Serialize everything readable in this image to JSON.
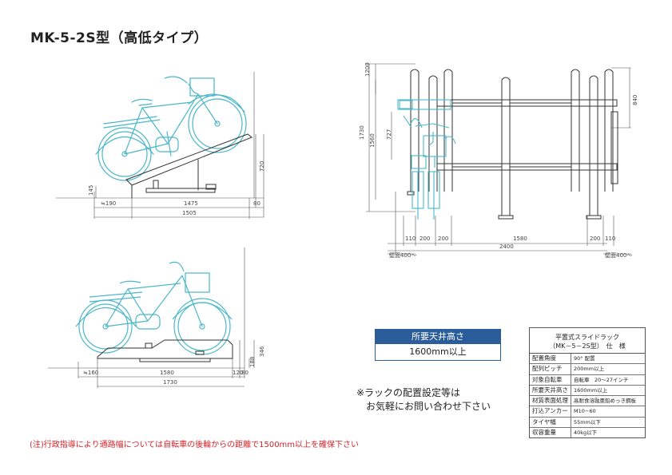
{
  "title": "MK-5-2S型（高低タイプ）",
  "side_view_high": {
    "dims": {
      "d190": "≒190",
      "d1475": "1475",
      "d1505": "1505",
      "d80": "80",
      "d720": "720",
      "d145": "145"
    }
  },
  "side_view_low": {
    "dims": {
      "d160": "≒160",
      "d1580": "1580",
      "d120": "120",
      "d80": "80",
      "d1730": "1730",
      "d346": "346",
      "d188": "188"
    }
  },
  "front_view": {
    "dims": {
      "d1200": "1200",
      "d1730": "1730",
      "d1560": "1560",
      "d727": "727",
      "d840": "840",
      "b110a": "110",
      "b200a": "200",
      "b200b": "200",
      "b1580": "1580",
      "b200c": "200",
      "b110b": "110",
      "b2400": "2400",
      "wall_left": "壁面400〜",
      "wall_right": "壁面400〜"
    }
  },
  "ceiling": {
    "label": "所要天井高さ",
    "value": "1600mm以上"
  },
  "note": {
    "line1": "※ラックの配置設定等は",
    "line2": "お気軽にお問い合わせ下さい"
  },
  "footnote": "(注)行政指導により通路幅については自転車の後輪からの距離で1500mm以上を確保下さい",
  "spec": {
    "head1": "平置式スライドラック",
    "head2": "（MK－5－2S型）　仕　様",
    "rows": [
      {
        "k": "配置角度",
        "v": "90° 配置"
      },
      {
        "k": "配列ピッチ",
        "v": "200mm以上"
      },
      {
        "k": "対象自転車",
        "v": "自転車　20〜27インチ"
      },
      {
        "k": "所要天井高さ",
        "v": "1600mm以上"
      },
      {
        "k": "材質表面処理",
        "v": "高耐食溶融亜鉛めっき鋼板"
      },
      {
        "k": "打込アンカー",
        "v": "M10−60"
      },
      {
        "k": "タイヤ幅",
        "v": "55mm以下"
      },
      {
        "k": "収容重量",
        "v": "40kg以下"
      }
    ]
  },
  "colors": {
    "bike": "#4ab7c9",
    "dim_line": "#555555",
    "header_blue": "#2a5d9a",
    "red": "#d8232a"
  }
}
